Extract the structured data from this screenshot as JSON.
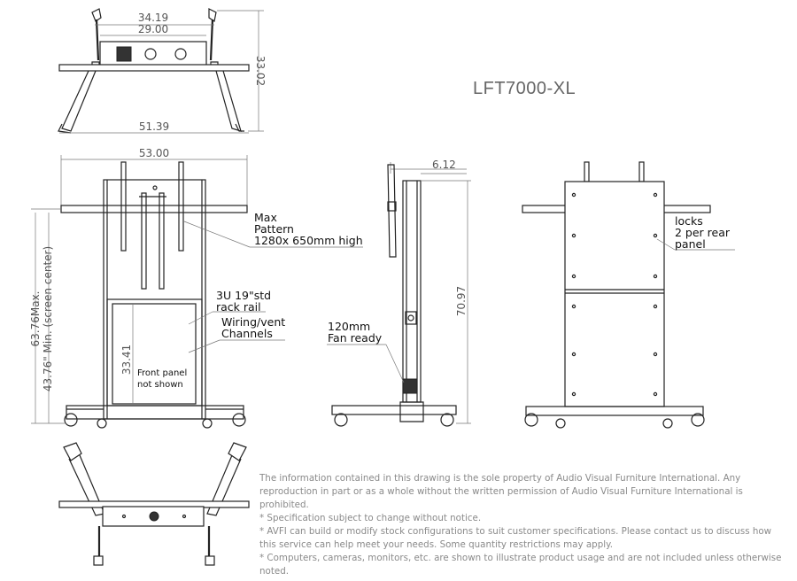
{
  "model": "LFT7000-XL",
  "top_view": {
    "dim_overall_top": "34.19",
    "dim_inner_top": "29.00",
    "dim_height": "33.02",
    "dim_base_width": "51.39"
  },
  "front_view": {
    "dim_width": "53.00",
    "dim_height": "63.76Max.",
    "dim_screen_center": "43.76\" Min. (screen center)",
    "dim_rack_height": "33.41",
    "front_panel_line1": "Front panel",
    "front_panel_line2": "not shown",
    "callout_max_pattern": [
      "Max",
      "Pattern",
      "1280x 650mm high"
    ],
    "callout_rack_rail": [
      "3U  19\"std",
      "rack rail"
    ],
    "callout_wiring": [
      "Wiring/vent",
      "Channels"
    ]
  },
  "side_view": {
    "dim_depth": "6.12",
    "dim_height": "70.97",
    "callout_fan": [
      "120mm",
      "Fan ready"
    ]
  },
  "rear_view": {
    "callout_locks": [
      "locks",
      "2 per rear",
      "panel"
    ]
  },
  "notes": [
    "The information contained in this drawing is the sole property of Audio Visual Furniture International. Any reproduction in part or as a whole without the written permission of Audio Visual Furniture International is prohibited.",
    "* Specification subject to change without notice.",
    "* AVFI can build or modify stock configurations to suit customer specifications. Please contact us to discuss how this service can help meet your needs. Some quantity restrictions may apply.",
    "* Computers, cameras, monitors, etc. are shown to illustrate product usage and are not included unless otherwise noted."
  ]
}
